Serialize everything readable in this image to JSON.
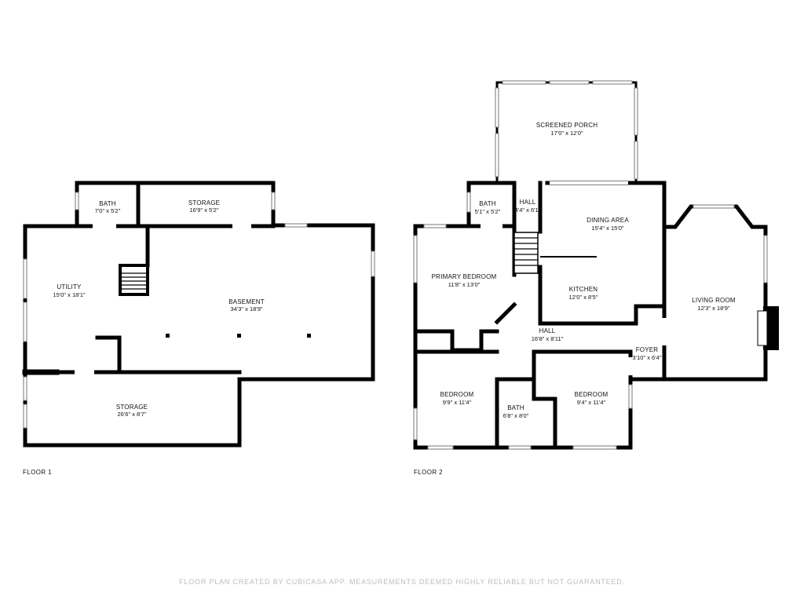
{
  "floors": [
    {
      "label": "FLOOR 1",
      "rooms": [
        {
          "name": "BATH",
          "dims": "7'0\" x 5'2\""
        },
        {
          "name": "STORAGE",
          "dims": "16'9\" x 5'2\""
        },
        {
          "name": "UTILITY",
          "dims": "15'0\" x 18'1\""
        },
        {
          "name": "BASEMENT",
          "dims": "34'3\" x 18'9\""
        },
        {
          "name": "STORAGE",
          "dims": "26'6\" x 8'7\""
        }
      ]
    },
    {
      "label": "FLOOR 2",
      "rooms": [
        {
          "name": "SCREENED PORCH",
          "dims": "17'0\" x 12'0\""
        },
        {
          "name": "BATH",
          "dims": "5'1\" x 5'2\""
        },
        {
          "name": "HALL",
          "dims": "4'4\" x 6'1\""
        },
        {
          "name": "DINING AREA",
          "dims": "15'4\" x 15'0\""
        },
        {
          "name": "PRIMARY BEDROOM",
          "dims": "11'8\" x 13'0\""
        },
        {
          "name": "KITCHEN",
          "dims": "12'0\" x 8'5\""
        },
        {
          "name": "LIVING ROOM",
          "dims": "12'3\" x 18'9\""
        },
        {
          "name": "HALL",
          "dims": "16'8\" x 8'11\""
        },
        {
          "name": "FOYER",
          "dims": "3'10\" x 6'4\""
        },
        {
          "name": "BEDROOM",
          "dims": "9'9\" x 11'4\""
        },
        {
          "name": "BATH",
          "dims": "6'8\" x 8'0\""
        },
        {
          "name": "BEDROOM",
          "dims": "9'4\" x 11'4\""
        }
      ]
    }
  ],
  "footer": "FLOOR PLAN CREATED BY CUBICASA APP. MEASUREMENTS DEEMED HIGHLY RELIABLE BUT NOT GUARANTEED."
}
